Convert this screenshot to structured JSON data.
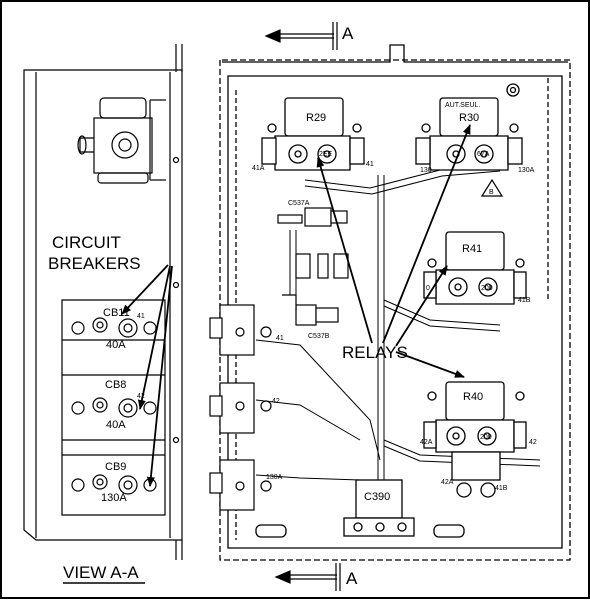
{
  "callouts": {
    "circuit_breakers_line1": "CIRCUIT",
    "circuit_breakers_line2": "BREAKERS",
    "relays": "RELAYS",
    "view": "VIEW A-A"
  },
  "section_marks": {
    "top": "A",
    "bottom": "A"
  },
  "breakers": [
    {
      "id": "CB11",
      "rating": "40A",
      "terminal": "41"
    },
    {
      "id": "CB8",
      "rating": "40A",
      "terminal": "42"
    },
    {
      "id": "CB9",
      "rating": "130A",
      "terminal": ""
    }
  ],
  "relays": [
    {
      "id": "R29",
      "left_terminal": "41A",
      "right_terminal": "41",
      "coil": "2EE"
    },
    {
      "id": "R30",
      "top_label": "AUT.SEUL.",
      "left_terminal": "130",
      "right_terminal": "130A",
      "coil": "67A"
    },
    {
      "id": "R41",
      "left_terminal": "0",
      "right_terminal": "41B",
      "coil": "200"
    },
    {
      "id": "R40",
      "left_terminal": "42A",
      "right_terminal": "42",
      "coil": "200",
      "bottom_left": "42A",
      "bottom_right": "41B"
    }
  ],
  "connectors": {
    "c537a": "C537A",
    "c537b": "C537B",
    "c390": "C390"
  },
  "side_wire_labels": {
    "w41": "41",
    "w42": "42",
    "w130a": "130A"
  },
  "marker": "B"
}
